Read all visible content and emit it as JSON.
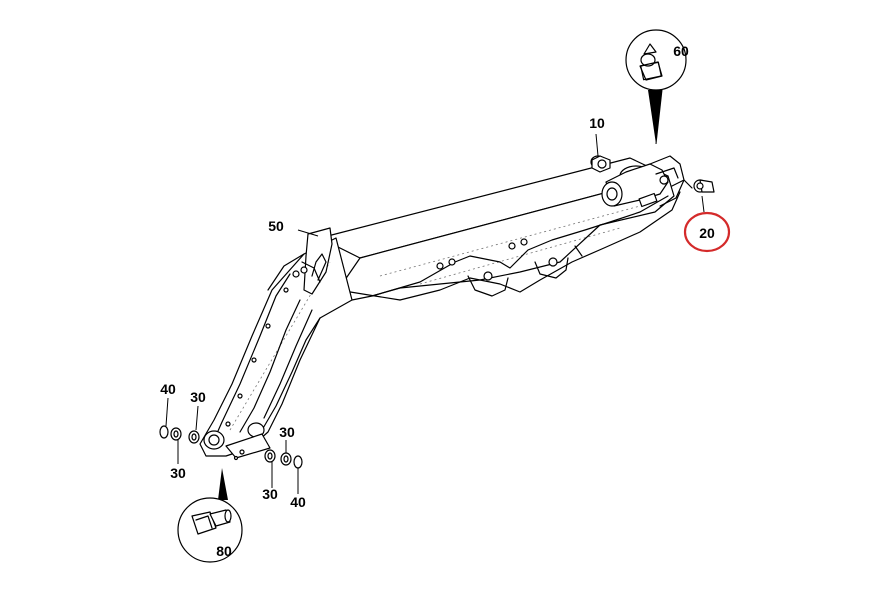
{
  "callouts": {
    "c10": "10",
    "c20": "20",
    "c30a": "30",
    "c30b": "30",
    "c30c": "30",
    "c30d": "30",
    "c40a": "40",
    "c40b": "40",
    "c50": "50",
    "c60": "60",
    "c80": "80"
  },
  "highlight": {
    "callout": "20",
    "color": "#d42a2a"
  }
}
